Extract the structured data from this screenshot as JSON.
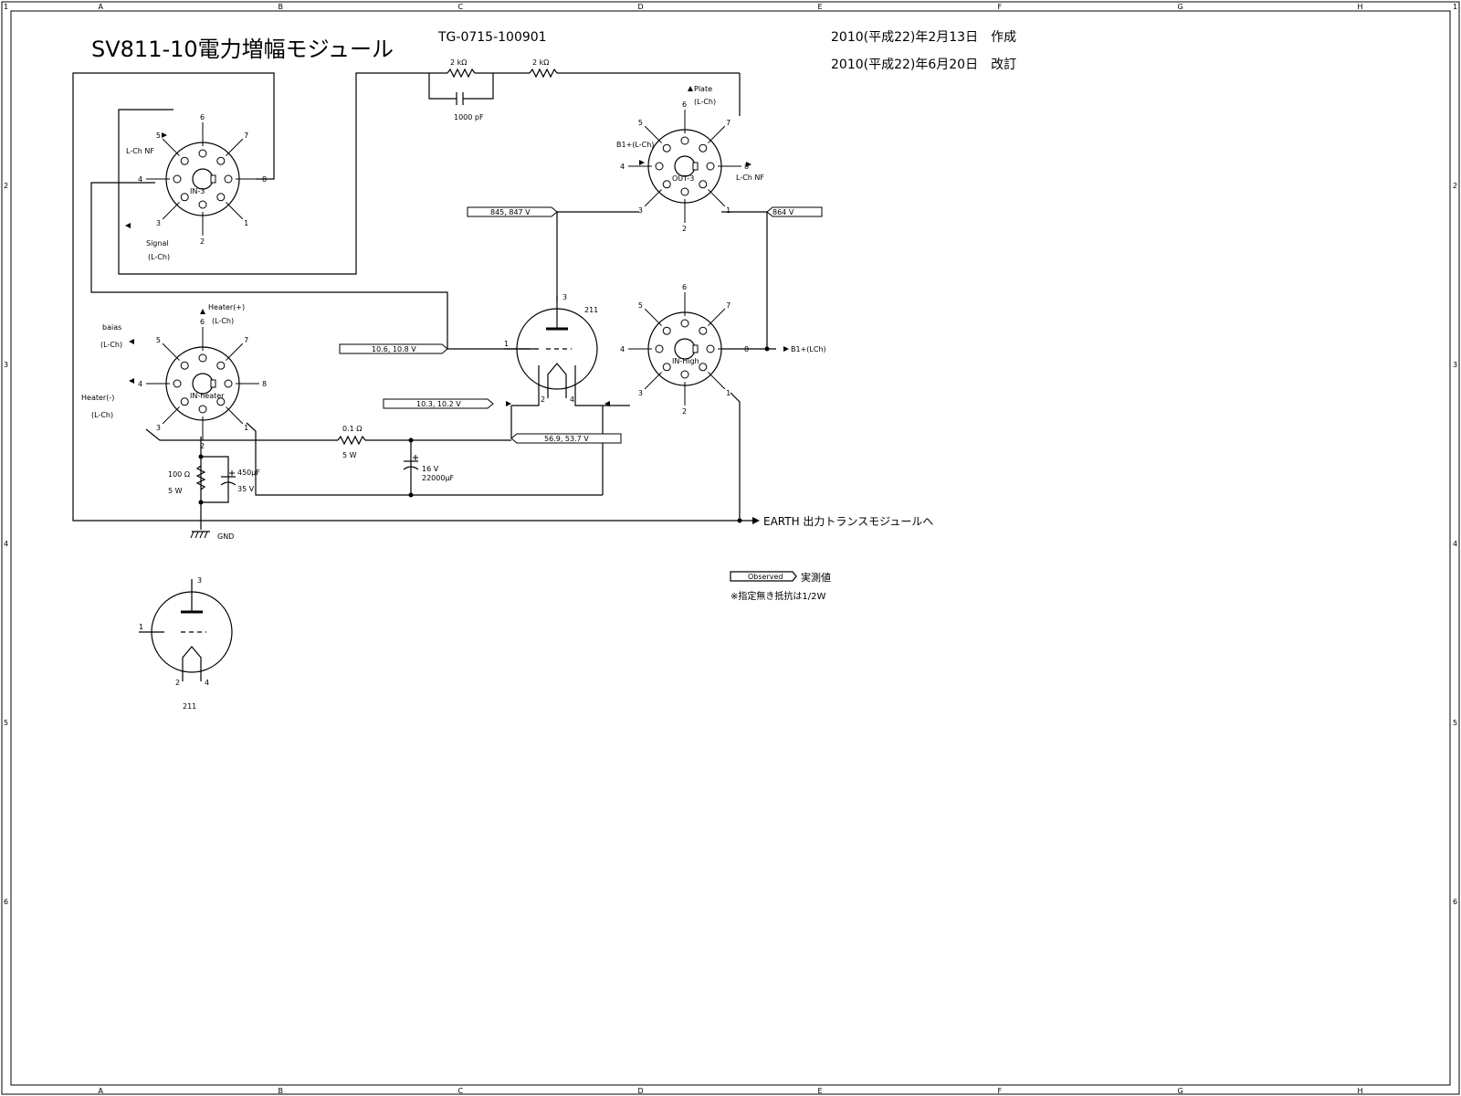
{
  "sheet": {
    "col_labels": [
      "A",
      "B",
      "C",
      "D",
      "E",
      "F",
      "G",
      "H"
    ],
    "row_labels": [
      "1",
      "2",
      "3",
      "4",
      "5",
      "6"
    ]
  },
  "header": {
    "title": "SV811-10電力増幅モジュール",
    "drawing_no": "TG-0715-100901",
    "created": "2010(平成22)年2月13日　作成",
    "revised": "2010(平成22)年6月20日　改訂"
  },
  "sockets": {
    "in3": {
      "name": "IN-3",
      "pins": [
        "1",
        "2",
        "3",
        "4",
        "5",
        "6",
        "7",
        "8"
      ],
      "lch_nf": "L-Ch  NF",
      "signal": "Signal",
      "signal_ch": "(L-Ch)"
    },
    "out3": {
      "name": "OUT-3",
      "pins": [
        "1",
        "2",
        "3",
        "4",
        "5",
        "6",
        "7",
        "8"
      ],
      "plate": "Plate",
      "plate_ch": "(L-Ch)",
      "b1": "B1+(L-Ch)",
      "lch_nf": "L-Ch  NF"
    },
    "inheater": {
      "name": "IN-heater",
      "pins": [
        "1",
        "2",
        "3",
        "4",
        "5",
        "6",
        "7",
        "8"
      ],
      "heater_plus": "Heater(+)",
      "heater_plus_ch": "(L-Ch)",
      "baias": "baias",
      "baias_ch": "(L-Ch)",
      "heater_minus": "Heater(-)",
      "heater_minus_ch": "(L-Ch)"
    },
    "inhigh": {
      "name": "IN-High",
      "pins": [
        "1",
        "2",
        "3",
        "4",
        "5",
        "6",
        "7",
        "8"
      ],
      "b1": "B1+(LCh)"
    }
  },
  "tube": {
    "name": "211",
    "pins": [
      "1",
      "2",
      "3",
      "4"
    ]
  },
  "legend_tube": {
    "name": "211",
    "pins": [
      "1",
      "2",
      "3",
      "4"
    ]
  },
  "components": {
    "r1": "2 kΩ",
    "r2": "2 kΩ",
    "c1": "1000 pF",
    "r3": "0.1 Ω",
    "r3_power": "5 W",
    "c2_voltage": "16 V",
    "c2_value": "22000μF",
    "r4": "100 Ω",
    "r4_power": "5 W",
    "c3_value": "450μF",
    "c3_voltage": "35 V"
  },
  "measurements": {
    "m1": "845, 847 V",
    "m2": "864 V",
    "m3": "10.6, 10.8 V",
    "m4": "10.3, 10.2 V",
    "m5": "56.9, 53.7 V"
  },
  "labels": {
    "gnd": "GND",
    "earth": "EARTH  出力トランスモジュールへ"
  },
  "legend": {
    "tag": "Observed",
    "meaning": "実測値",
    "note": "※指定無き抵抗は1/2W"
  }
}
